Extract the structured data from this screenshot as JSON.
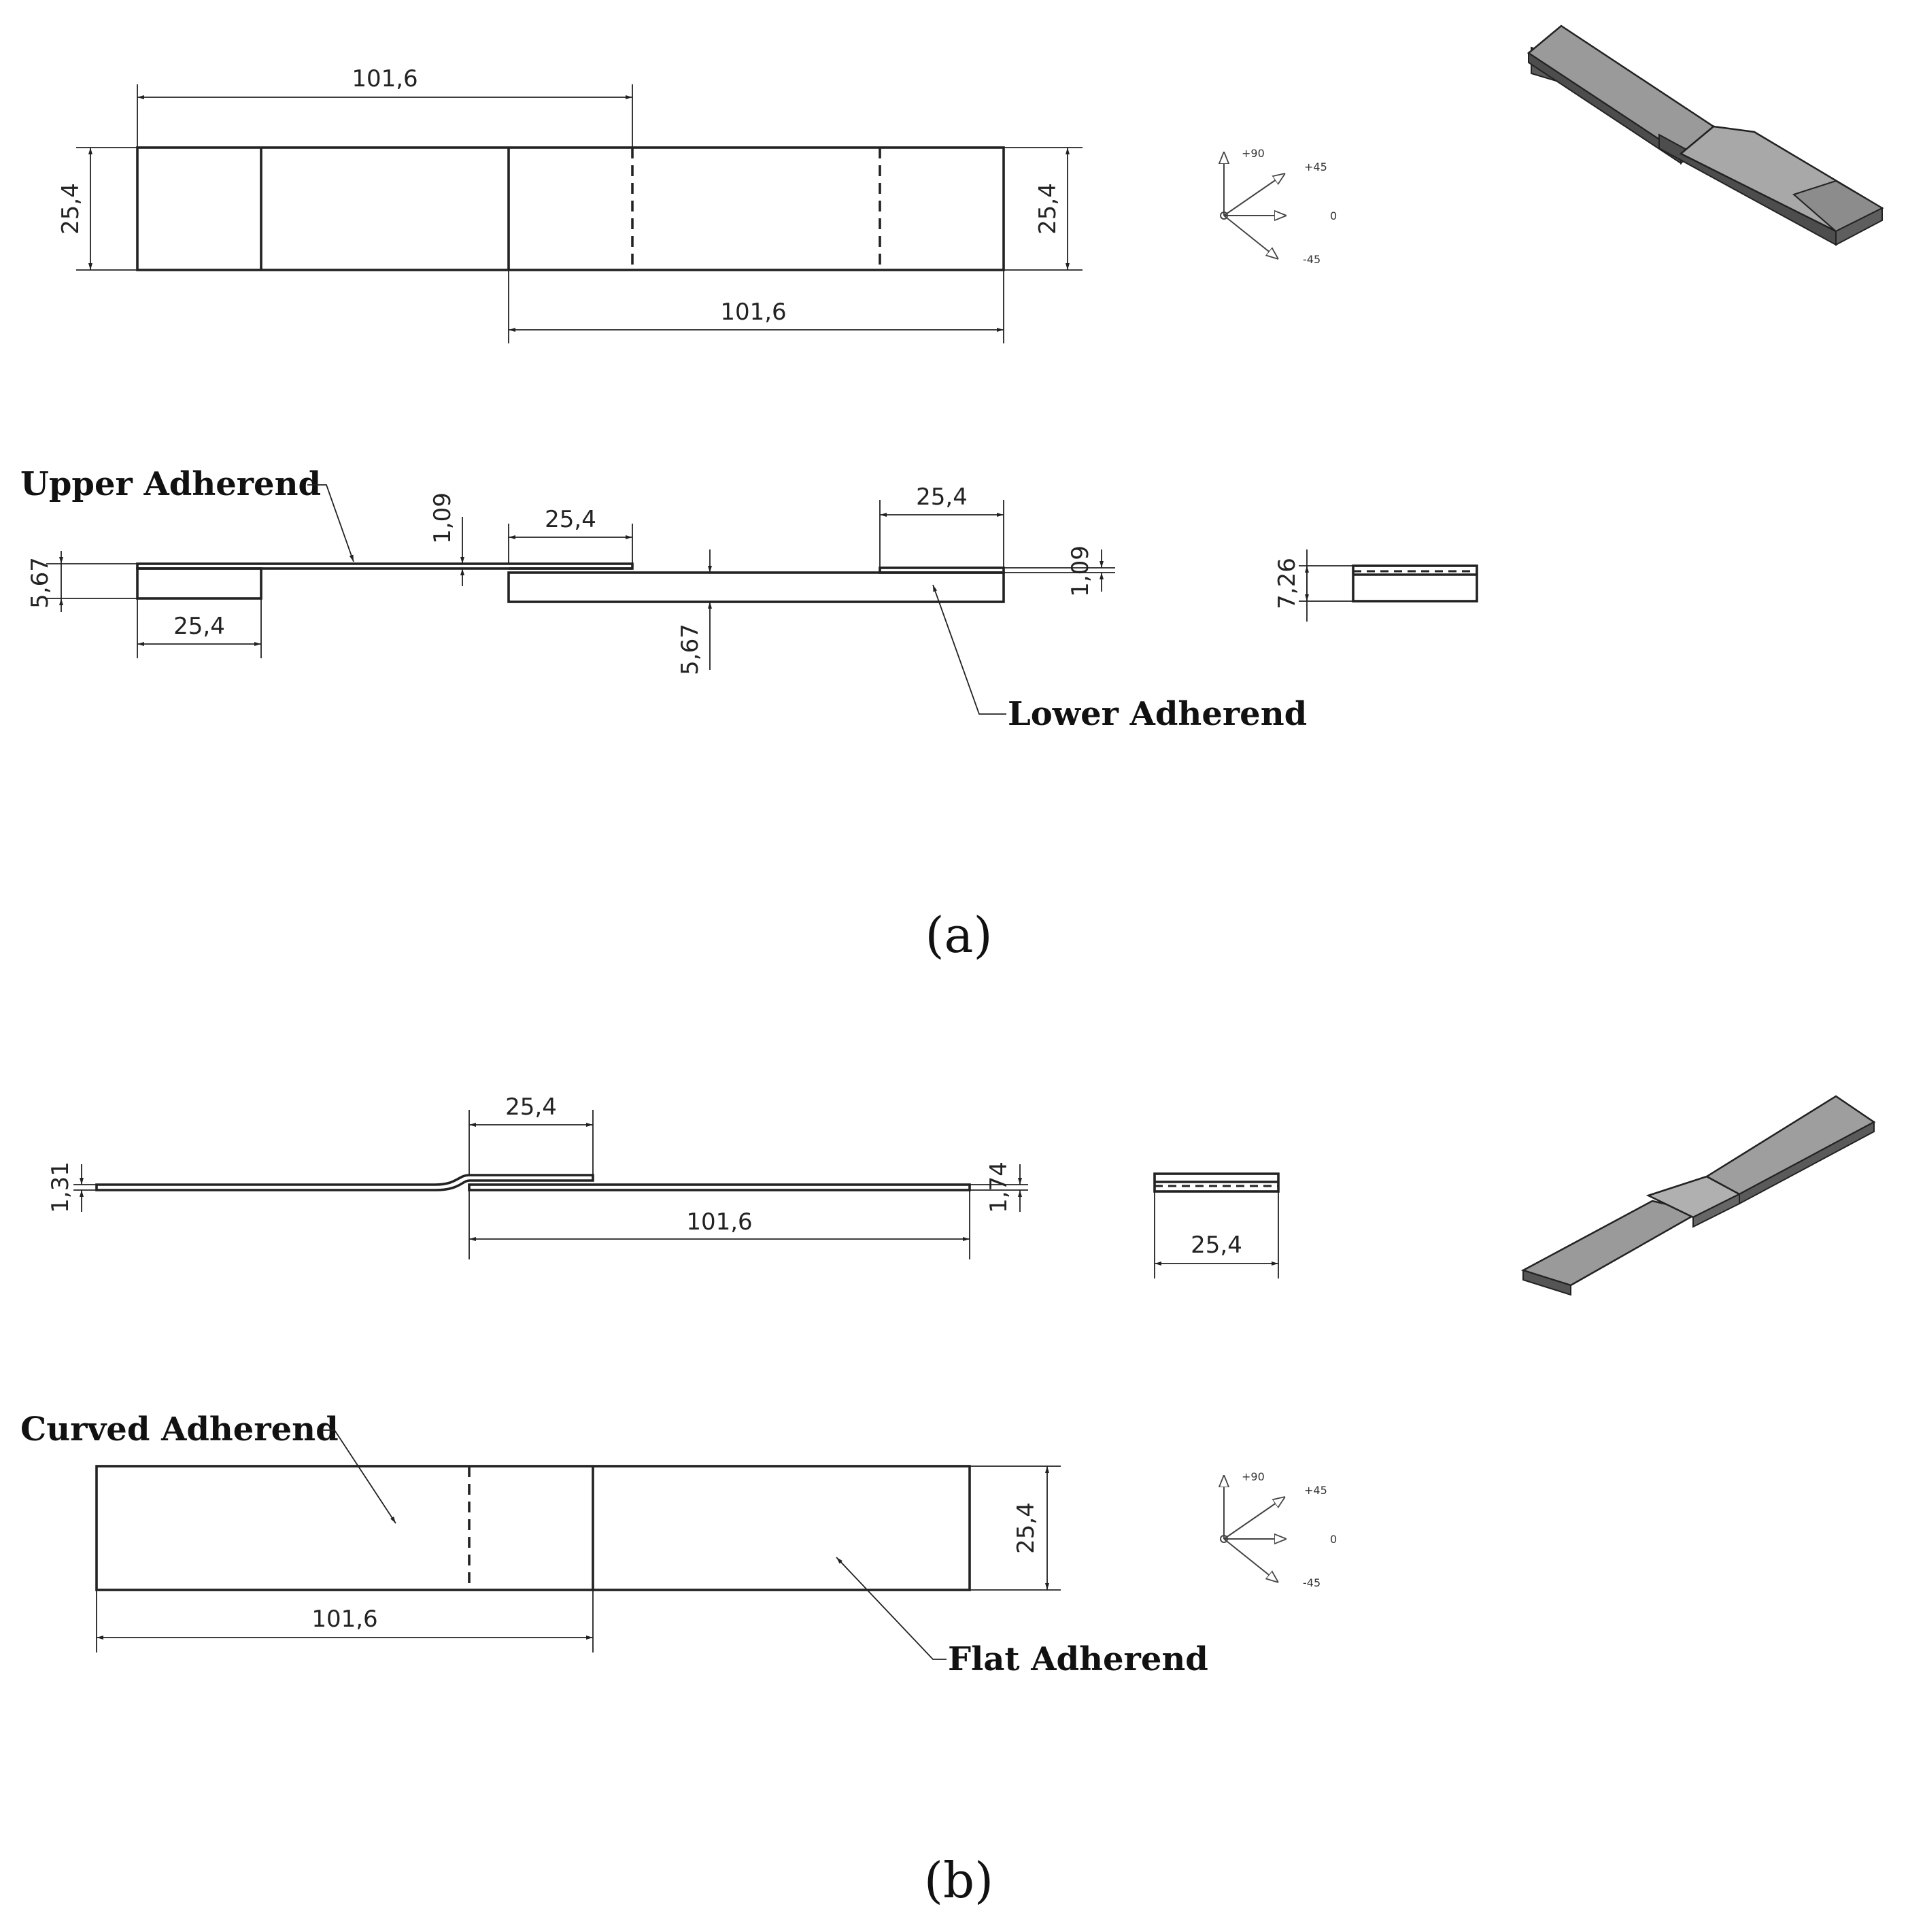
{
  "part_a": {
    "top_view": {
      "dim_upper_length": "101,6",
      "dim_lower_length": "101,6",
      "dim_width_left": "25,4",
      "dim_width_right": "25,4"
    },
    "side_view": {
      "upper_label": "Upper Adherend",
      "lower_label": "Lower Adherend",
      "dim_thickness_left": "5,67",
      "dim_thickness_mid": "5,67",
      "dim_upper_ply": "1,09",
      "dim_lower_ply": "1,09",
      "dim_tab_left": "25,4",
      "dim_overlap": "25,4",
      "dim_tab_right": "25,4"
    },
    "end_view": {
      "dim_height": "7,26"
    },
    "orientation": {
      "p90": "+90",
      "p45": "+45",
      "zero": "0",
      "m45": "-45"
    },
    "caption": "(a)"
  },
  "part_b": {
    "side_view": {
      "dim_overlap": "25,4",
      "dim_length": "101,6",
      "dim_left_thickness": "1,31",
      "dim_right_thickness": "1,74"
    },
    "end_view": {
      "dim_width": "25,4"
    },
    "top_view": {
      "curved_label": "Curved Adherend",
      "flat_label": "Flat Adherend",
      "dim_length": "101,6",
      "dim_width": "25,4"
    },
    "orientation": {
      "p90": "+90",
      "p45": "+45",
      "zero": "0",
      "m45": "-45"
    },
    "caption": "(b)"
  }
}
